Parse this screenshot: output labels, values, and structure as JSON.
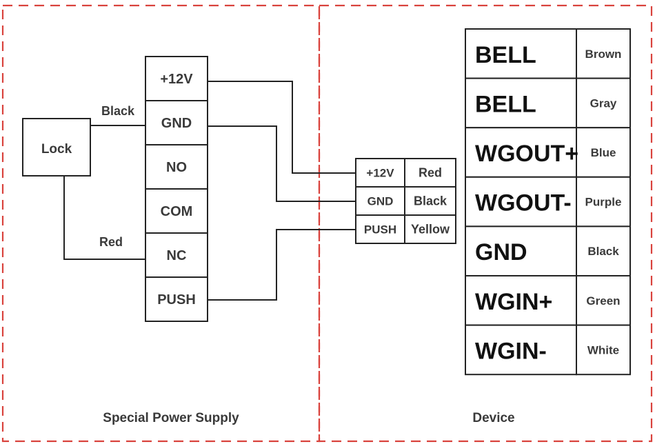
{
  "sections": {
    "power_supply_label": "Special Power Supply",
    "device_label": "Device"
  },
  "lock": {
    "label": "Lock",
    "wire_top_label": "Black",
    "wire_bottom_label": "Red"
  },
  "power_terminals": [
    "+12V",
    "GND",
    "NO",
    "COM",
    "NC",
    "PUSH"
  ],
  "connector": [
    {
      "pin": "+12V",
      "color": "Red"
    },
    {
      "pin": "GND",
      "color": "Black"
    },
    {
      "pin": "PUSH",
      "color": "Yellow"
    }
  ],
  "device_terminals": [
    {
      "pin": "BELL",
      "color": "Brown"
    },
    {
      "pin": "BELL",
      "color": "Gray"
    },
    {
      "pin": "WGOUT+",
      "color": "Blue"
    },
    {
      "pin": "WGOUT-",
      "color": "Purple"
    },
    {
      "pin": "GND",
      "color": "Black"
    },
    {
      "pin": "WGIN+",
      "color": "Green"
    },
    {
      "pin": "WGIN-",
      "color": "White"
    }
  ],
  "colors": {
    "dashed_border": "#d9423c",
    "line": "#222222",
    "text": "#3a3a3a"
  }
}
